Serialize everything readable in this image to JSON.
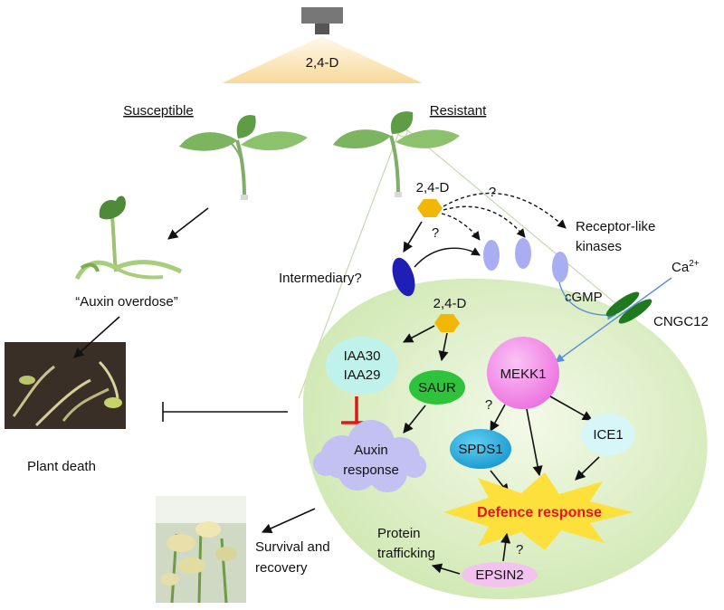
{
  "lamp_label": "2,4-D",
  "susceptible_label": "Susceptible",
  "resistant_label": "Resistant",
  "auxin_overdose_label": "“Auxin  overdose”",
  "plant_death_label": "Plant death",
  "survival_label_line1": "Survival  and",
  "survival_label_line2": "recovery",
  "herbicide_outside_label": "2,4-D",
  "herbicide_inside_label": "2,4-D",
  "question_mark": "?",
  "receptor_label_line1": "Receptor-like",
  "receptor_label_line2": "kinases",
  "intermediary_label": "Intermediary?",
  "calcium_label": "Ca",
  "calcium_charge": "2+",
  "cgmp_label": "cGMP",
  "cngc12_label": "CNGC12",
  "iaa30_label": "IAA30",
  "iaa29_label": "IAA29",
  "saur_label": "SAUR",
  "auxin_response_line1": "Auxin",
  "auxin_response_line2": "response",
  "mekk1_label": "MEKK1",
  "spds1_label": "SPDS1",
  "ice1_label": "ICE1",
  "defence_response_label": "Defence response",
  "protein_trafficking_line1": "Protein",
  "protein_trafficking_line2": "trafficking",
  "epsin2_label": "EPSIN2",
  "colors": {
    "cell_fill": "#dcefc6",
    "receptor_light": "#a9adf2",
    "intermediary_dark": "#1f1fb5",
    "mekk1_fill": "#f27fe6",
    "spds1_fill": "#22a9dd",
    "ice1_fill": "#d6f6f8",
    "saur_fill": "#2fc23d",
    "iaa_fill": "#bff2ea",
    "auxin_cloud": "#c3c0f2",
    "epsin2_fill": "#f3c3f0",
    "burst_fill": "#fde03c",
    "defence_text": "#e0161b",
    "inhibit_red": "#e0161b",
    "hexagon_fill": "#f2b705",
    "channel_green": "#1f7a1f",
    "calcium_line": "#5b8fd6"
  }
}
